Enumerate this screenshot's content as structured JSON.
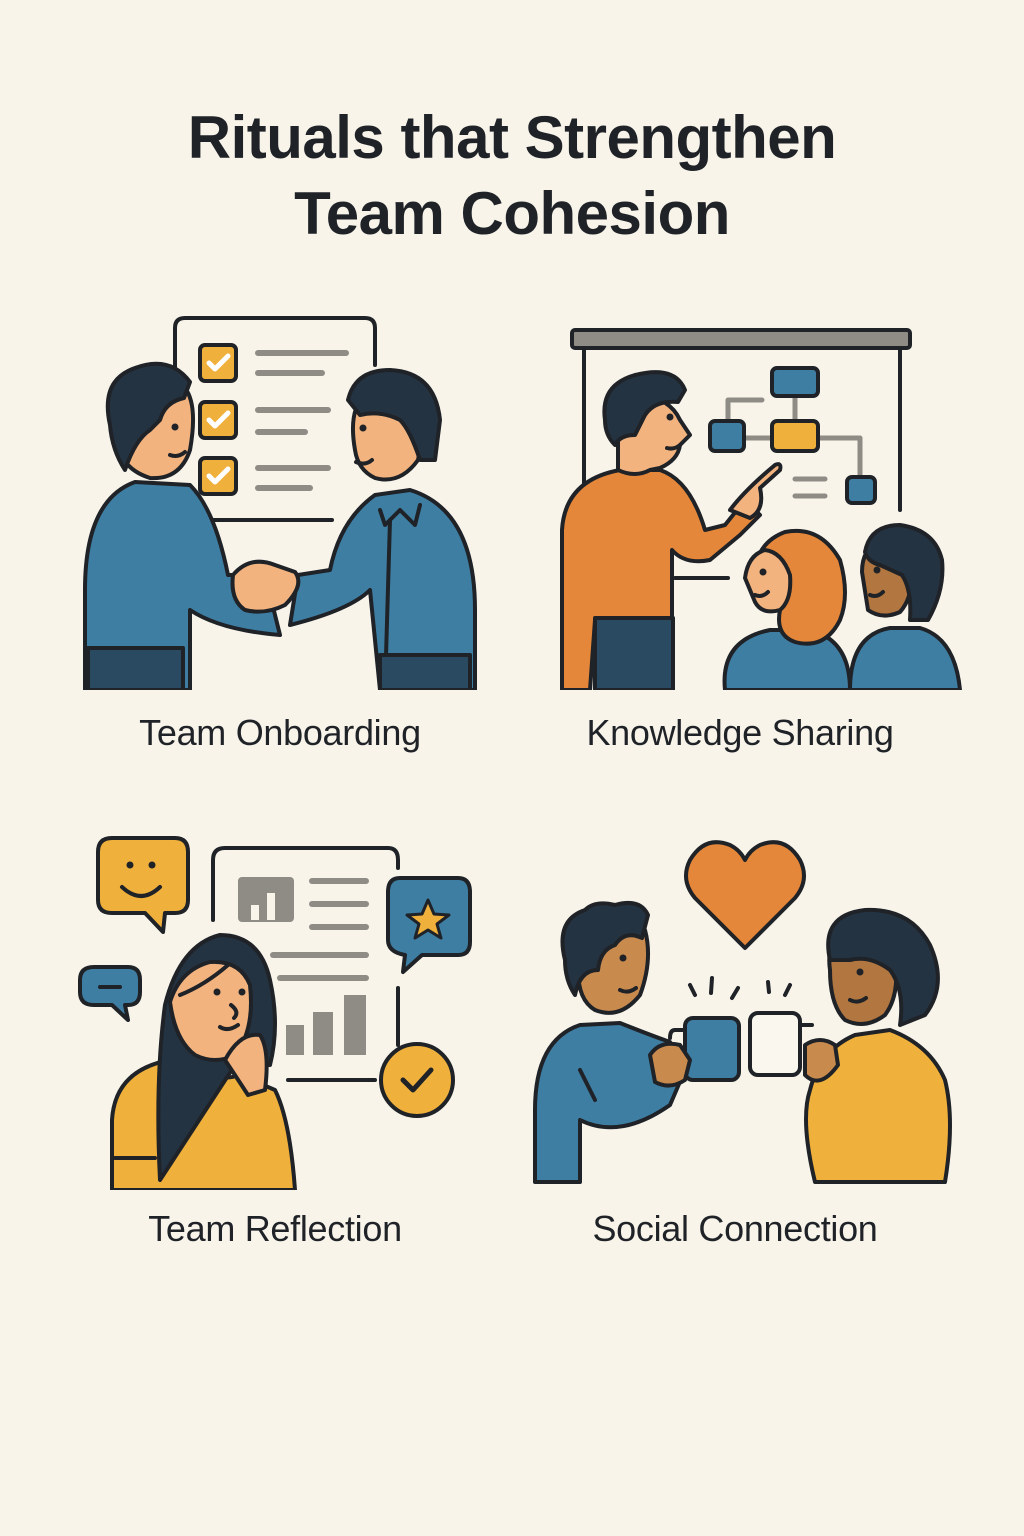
{
  "title": {
    "line1": "Rituals that Strengthen",
    "line2": "Team Cohesion"
  },
  "panels": [
    {
      "label": "Team Onboarding",
      "illustration": "two-people-handshake-with-checklist",
      "icons": [
        "checklist-icon",
        "checkbox-checked-icon",
        "handshake-icon"
      ]
    },
    {
      "label": "Knowledge Sharing",
      "illustration": "presenter-pointing-at-flowchart-audience",
      "icons": [
        "whiteboard-icon",
        "flowchart-icon",
        "pointing-hand-icon"
      ]
    },
    {
      "label": "Team Reflection",
      "illustration": "woman-thinking-with-feedback-report",
      "icons": [
        "smiley-speech-bubble-icon",
        "neutral-speech-bubble-icon",
        "star-speech-bubble-icon",
        "report-chart-icon",
        "check-circle-icon"
      ]
    },
    {
      "label": "Social Connection",
      "illustration": "two-people-toasting-mugs-with-heart",
      "icons": [
        "heart-icon",
        "coffee-mug-icon",
        "clink-sparks-icon"
      ]
    }
  ],
  "colors": {
    "background": "#f8f4ea",
    "outline": "#1f2227",
    "blue": "#3f7ea3",
    "orange": "#e4873a",
    "yellow": "#f0b03c",
    "skin_light": "#f2b37e",
    "skin_medium": "#c98a4e",
    "skin_dark": "#b27640",
    "hair": "#243342",
    "pants": "#2a4a62",
    "gray": "#8f8c86"
  }
}
